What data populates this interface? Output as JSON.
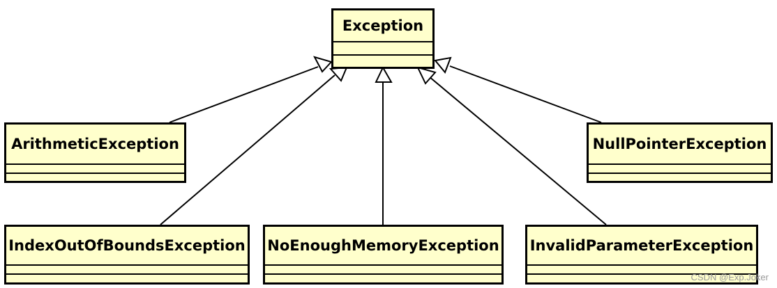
{
  "diagram": {
    "parent": {
      "id": "exception",
      "name": "Exception"
    },
    "children": [
      {
        "id": "arithmetic",
        "name": "ArithmeticException"
      },
      {
        "id": "nullpointer",
        "name": "NullPointerException"
      },
      {
        "id": "indexoutofbounds",
        "name": "IndexOutOfBoundsException"
      },
      {
        "id": "noenoughmemory",
        "name": "NoEnoughMemoryException"
      },
      {
        "id": "invalidparameter",
        "name": "InvalidParameterException"
      }
    ],
    "relations": [
      {
        "from": "arithmetic",
        "to": "exception",
        "type": "generalization"
      },
      {
        "from": "indexoutofbounds",
        "to": "exception",
        "type": "generalization"
      },
      {
        "from": "noenoughmemory",
        "to": "exception",
        "type": "generalization"
      },
      {
        "from": "invalidparameter",
        "to": "exception",
        "type": "generalization"
      },
      {
        "from": "nullpointer",
        "to": "exception",
        "type": "generalization"
      }
    ],
    "colors": {
      "class_fill": "#ffffcc",
      "border": "#000000"
    }
  },
  "watermark": "CSDN @Exp.Joker"
}
